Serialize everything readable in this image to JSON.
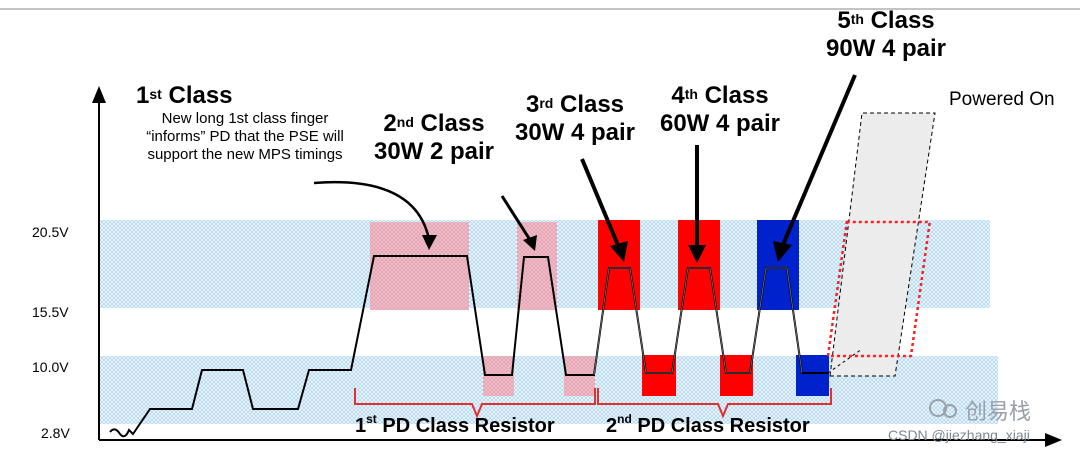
{
  "classes": {
    "c1": {
      "num": "1",
      "ord": "st",
      "text": "Class"
    },
    "c2": {
      "num": "2",
      "ord": "nd",
      "text": "Class",
      "sub": "30W 2 pair"
    },
    "c3": {
      "num": "3",
      "ord": "rd",
      "text": "Class",
      "sub": "30W 4 pair"
    },
    "c4": {
      "num": "4",
      "ord": "th",
      "text": "Class",
      "sub": "60W 4 pair"
    },
    "c5": {
      "num": "5",
      "ord": "th",
      "text": "Class",
      "sub": "90W 4 pair"
    }
  },
  "note": {
    "line1": "New long 1st class finger",
    "line2": "“informs” PD that the PSE will",
    "line3": "support the new MPS timings"
  },
  "voltages": {
    "v1": "20.5V",
    "v2": "15.5V",
    "v3": "10.0V",
    "v4": "2.8V"
  },
  "powered_on": "Powered On",
  "brackets": {
    "b1": {
      "num": "1",
      "ord": "st",
      "text": "PD Class Resistor"
    },
    "b2": {
      "num": "2",
      "ord": "nd",
      "text": "PD Class Resistor"
    }
  },
  "watermark": {
    "brand": "创易栈",
    "site": "CSDN @jiezhang_xiaji"
  },
  "colors": {
    "pink": "#e7a6b4",
    "red": "#ff0000",
    "blue": "#0022cc",
    "hatch": "#9ccdf0",
    "bracket": "#e03030"
  }
}
